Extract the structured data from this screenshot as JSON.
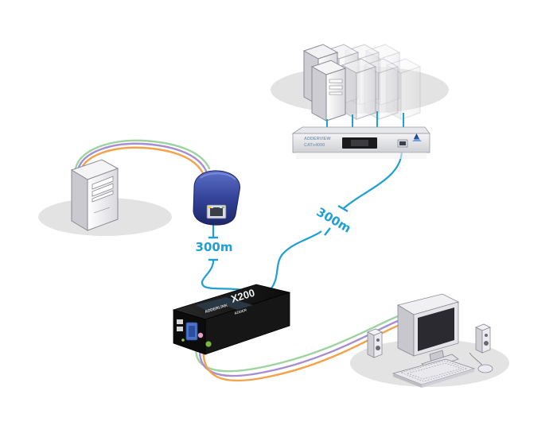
{
  "labels": {
    "distance_left": "300m",
    "distance_right": "300m"
  },
  "switch_unit": {
    "series_text": "ADDERVIEW",
    "model_text": "CATx4000"
  },
  "extender_unit": {
    "model_text": "X200",
    "brand_text": "ADDER",
    "series_text": "ADDERLINK"
  },
  "colors": {
    "cat_cable": "#1e9fd6",
    "label_text": "#1e9fd6",
    "ground_shadow": "#e3e3e3",
    "adapter_blue": "#2d3a8c",
    "unit_black": "#111111",
    "vga_blue": "#4a73c9",
    "audio_green": "#7ab648",
    "audio_pink": "#e8a0c9",
    "kvm_cable_green": "#9ed3a0",
    "kvm_cable_purple": "#a58fd0",
    "kvm_cable_orange": "#f3a24a"
  },
  "icons": [
    "server-tower-icon",
    "computer-monitor-icon",
    "speaker-icon",
    "keyboard-icon",
    "mouse-icon",
    "rj45-port-icon"
  ]
}
